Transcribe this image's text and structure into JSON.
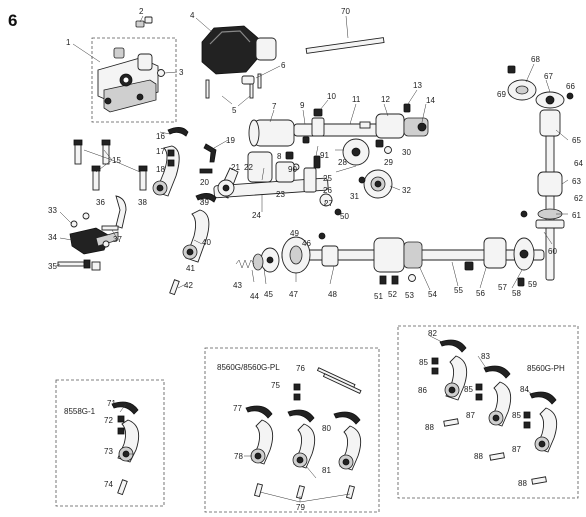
{
  "page_number": "6",
  "group_labels": {
    "box_8558g1": "8558G-1",
    "box_8560g_pl": "8560G/8560G-PL",
    "box_8560g_ph": "8560G-PH"
  },
  "part_labels": {
    "p1": "1",
    "p2": "2",
    "p3": "3",
    "p4": "4",
    "p5": "5",
    "p6": "6",
    "p7": "7",
    "p8": "8",
    "p9": "9",
    "p10": "10",
    "p11": "11",
    "p12": "12",
    "p13": "13",
    "p14": "14",
    "p15": "15",
    "p16": "16",
    "p17": "17",
    "p18": "18",
    "p19": "19",
    "p20": "20",
    "p21": "21",
    "p22": "22",
    "p23": "23",
    "p24": "24",
    "p25": "25",
    "p26": "26",
    "p27": "27",
    "p28": "28",
    "p29": "29",
    "p30": "30",
    "p31": "31",
    "p32": "32",
    "p33": "33",
    "p34": "34",
    "p35": "35",
    "p36": "36",
    "p37": "37",
    "p38": "38",
    "p39": "39",
    "p40": "40",
    "p41": "41",
    "p42": "42",
    "p43": "43",
    "p44": "44",
    "p45": "45",
    "p46": "46",
    "p47": "47",
    "p48": "48",
    "p49": "49",
    "p50": "50",
    "p51": "51",
    "p52": "52",
    "p53": "53",
    "p54": "54",
    "p55": "55",
    "p56": "56",
    "p57": "57",
    "p58": "58",
    "p59": "59",
    "p60": "60",
    "p61": "61",
    "p62": "62",
    "p63": "63",
    "p64": "64",
    "p65": "65",
    "p66": "66",
    "p67": "67",
    "p68": "68",
    "p69": "69",
    "p70": "70",
    "p71": "71",
    "p72": "72",
    "p73": "73",
    "p74": "74",
    "p75": "75",
    "p76": "76",
    "p77": "77",
    "p78": "78",
    "p79": "79",
    "p80": "80",
    "p81": "81",
    "p82": "82",
    "p83": "83",
    "p84": "84",
    "p85a": "85",
    "p85b": "85",
    "p85c": "85",
    "p86": "86",
    "p87a": "87",
    "p87b": "87",
    "p88a": "88",
    "p88b": "88",
    "p88c": "88",
    "p90": "90",
    "p91": "91"
  }
}
